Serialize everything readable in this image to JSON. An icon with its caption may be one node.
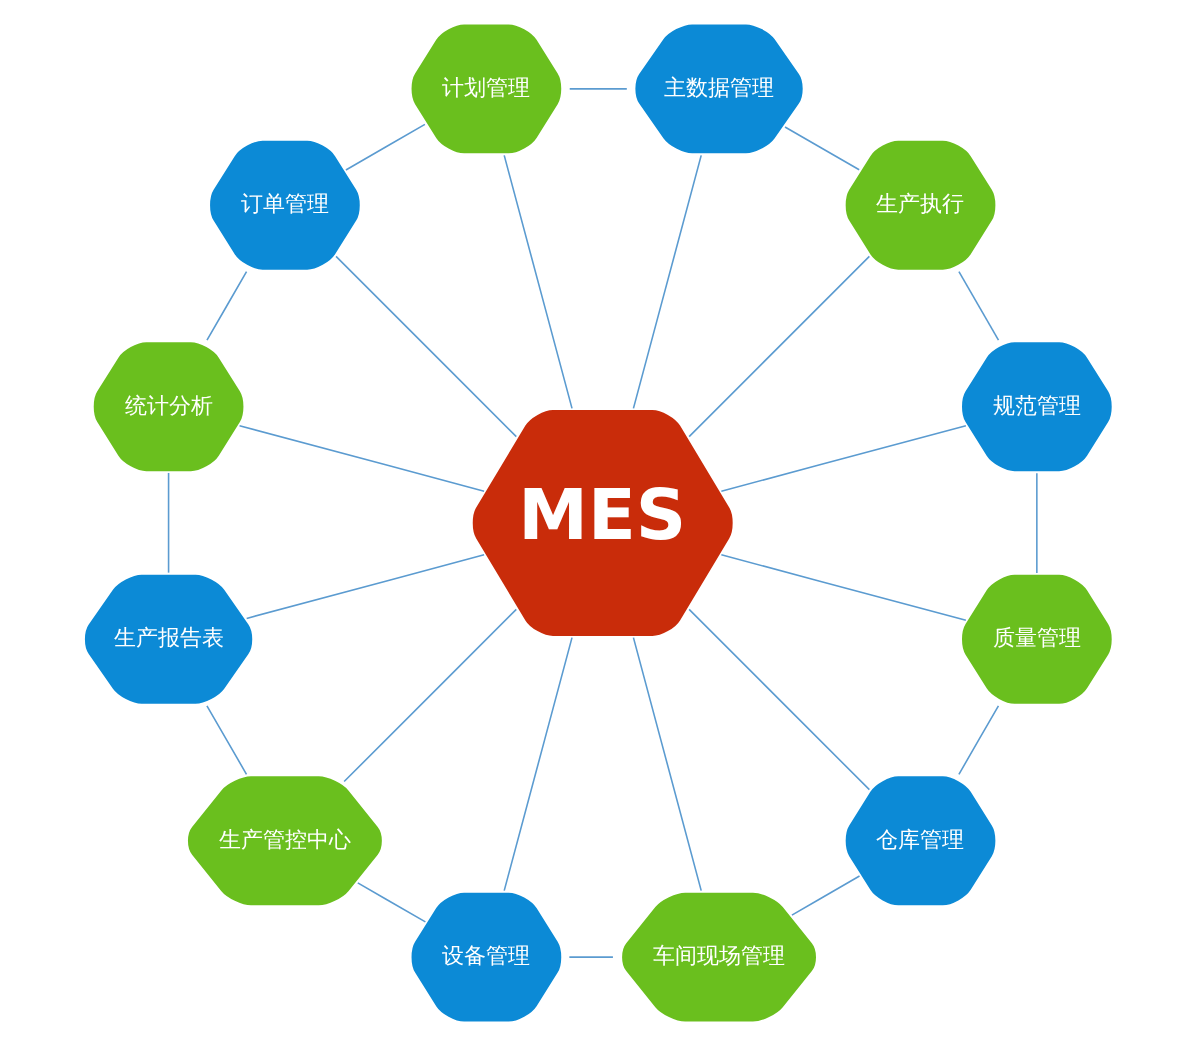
{
  "diagram": {
    "nodes": [
      {
        "text": [
          "MES"
        ]
      },
      {
        "text": [
          "计划管理"
        ]
      },
      {
        "text": [
          "主数据管理"
        ]
      },
      {
        "text": [
          "生产执行"
        ]
      },
      {
        "text": [
          "规范管理"
        ]
      },
      {
        "text": [
          "质量管理"
        ]
      },
      {
        "text": [
          "仓库管理"
        ]
      },
      {
        "text": [
          "车间现场管理"
        ]
      },
      {
        "text": [
          "设备管理"
        ]
      },
      {
        "text": [
          "生产管控中心"
        ]
      },
      {
        "text": [
          "生产报告表"
        ]
      },
      {
        "text": [
          "统计分析"
        ]
      },
      {
        "text": [
          "订单管理"
        ]
      }
    ],
    "edges": [
      {
        "from": 0,
        "to": 1,
        "arrow": "none"
      },
      {
        "from": 0,
        "to": 2,
        "arrow": "none"
      },
      {
        "from": 0,
        "to": 3,
        "arrow": "none"
      },
      {
        "from": 0,
        "to": 4,
        "arrow": "none"
      },
      {
        "from": 0,
        "to": 5,
        "arrow": "none"
      },
      {
        "from": 0,
        "to": 6,
        "arrow": "none"
      },
      {
        "from": 0,
        "to": 7,
        "arrow": "none"
      },
      {
        "from": 0,
        "to": 8,
        "arrow": "none"
      },
      {
        "from": 0,
        "to": 9,
        "arrow": "none"
      },
      {
        "from": 0,
        "to": 10,
        "arrow": "none"
      },
      {
        "from": 0,
        "to": 11,
        "arrow": "none"
      },
      {
        "from": 0,
        "to": 12,
        "arrow": "none"
      },
      {
        "from": 1,
        "to": 2,
        "arrow": "none"
      },
      {
        "from": 2,
        "to": 3,
        "arrow": "none"
      },
      {
        "from": 3,
        "to": 4,
        "arrow": "none"
      },
      {
        "from": 4,
        "to": 5,
        "arrow": "none"
      },
      {
        "from": 5,
        "to": 6,
        "arrow": "none"
      },
      {
        "from": 6,
        "to": 7,
        "arrow": "none"
      },
      {
        "from": 7,
        "to": 8,
        "arrow": "none"
      },
      {
        "from": 8,
        "to": 9,
        "arrow": "none"
      },
      {
        "from": 9,
        "to": 10,
        "arrow": "none"
      },
      {
        "from": 10,
        "to": 11,
        "arrow": "none"
      },
      {
        "from": 11,
        "to": 12,
        "arrow": "none"
      },
      {
        "from": 12,
        "to": 1,
        "arrow": "none"
      }
    ]
  }
}
